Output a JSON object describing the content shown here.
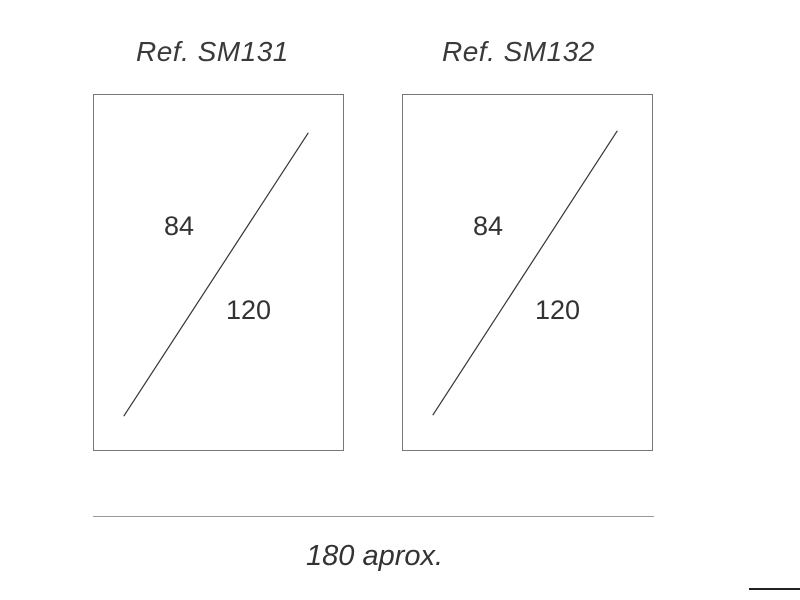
{
  "panels": [
    {
      "ref": "Ref. SM131",
      "width_label": "84",
      "height_label": "120"
    },
    {
      "ref": "Ref. SM132",
      "width_label": "84",
      "height_label": "120"
    }
  ],
  "total_width_label": "180 aprox.",
  "colors": {
    "border": "#777777",
    "diagonal": "#333333",
    "ruler": "#999999",
    "text": "#333333"
  }
}
